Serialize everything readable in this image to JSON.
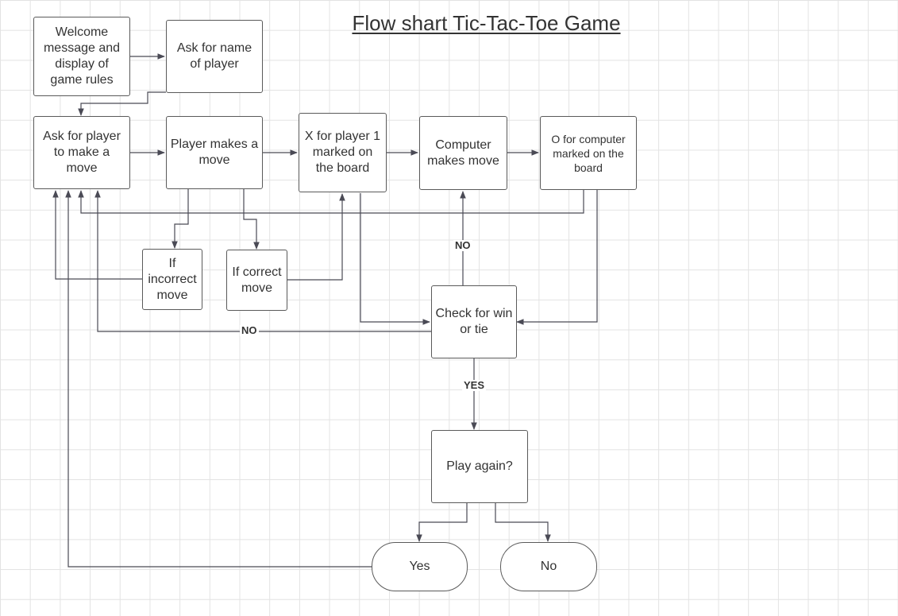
{
  "title": "Flow shart Tic-Tac-Toe Game",
  "nodes": {
    "welcome": "Welcome message and display of game rules",
    "ask_name": "Ask for name of player",
    "ask_move": "Ask for player to make a move",
    "player_move": "Player makes a move",
    "x_marked": "X for player 1 marked on the board",
    "computer_move": "Computer makes move",
    "o_marked": "O for computer marked on the board",
    "incorrect": "If incorrect move",
    "correct": "If correct move",
    "check": "Check for win or tie",
    "play_again": "Play again?",
    "yes": "Yes",
    "no": "No"
  },
  "edge_labels": {
    "no_to_computer": "NO",
    "no_to_ask": "NO",
    "yes_to_play_again": "YES"
  },
  "colors": {
    "line": "#4a4a55",
    "border": "#5a5a5a",
    "grid": "#e3e3e3"
  }
}
